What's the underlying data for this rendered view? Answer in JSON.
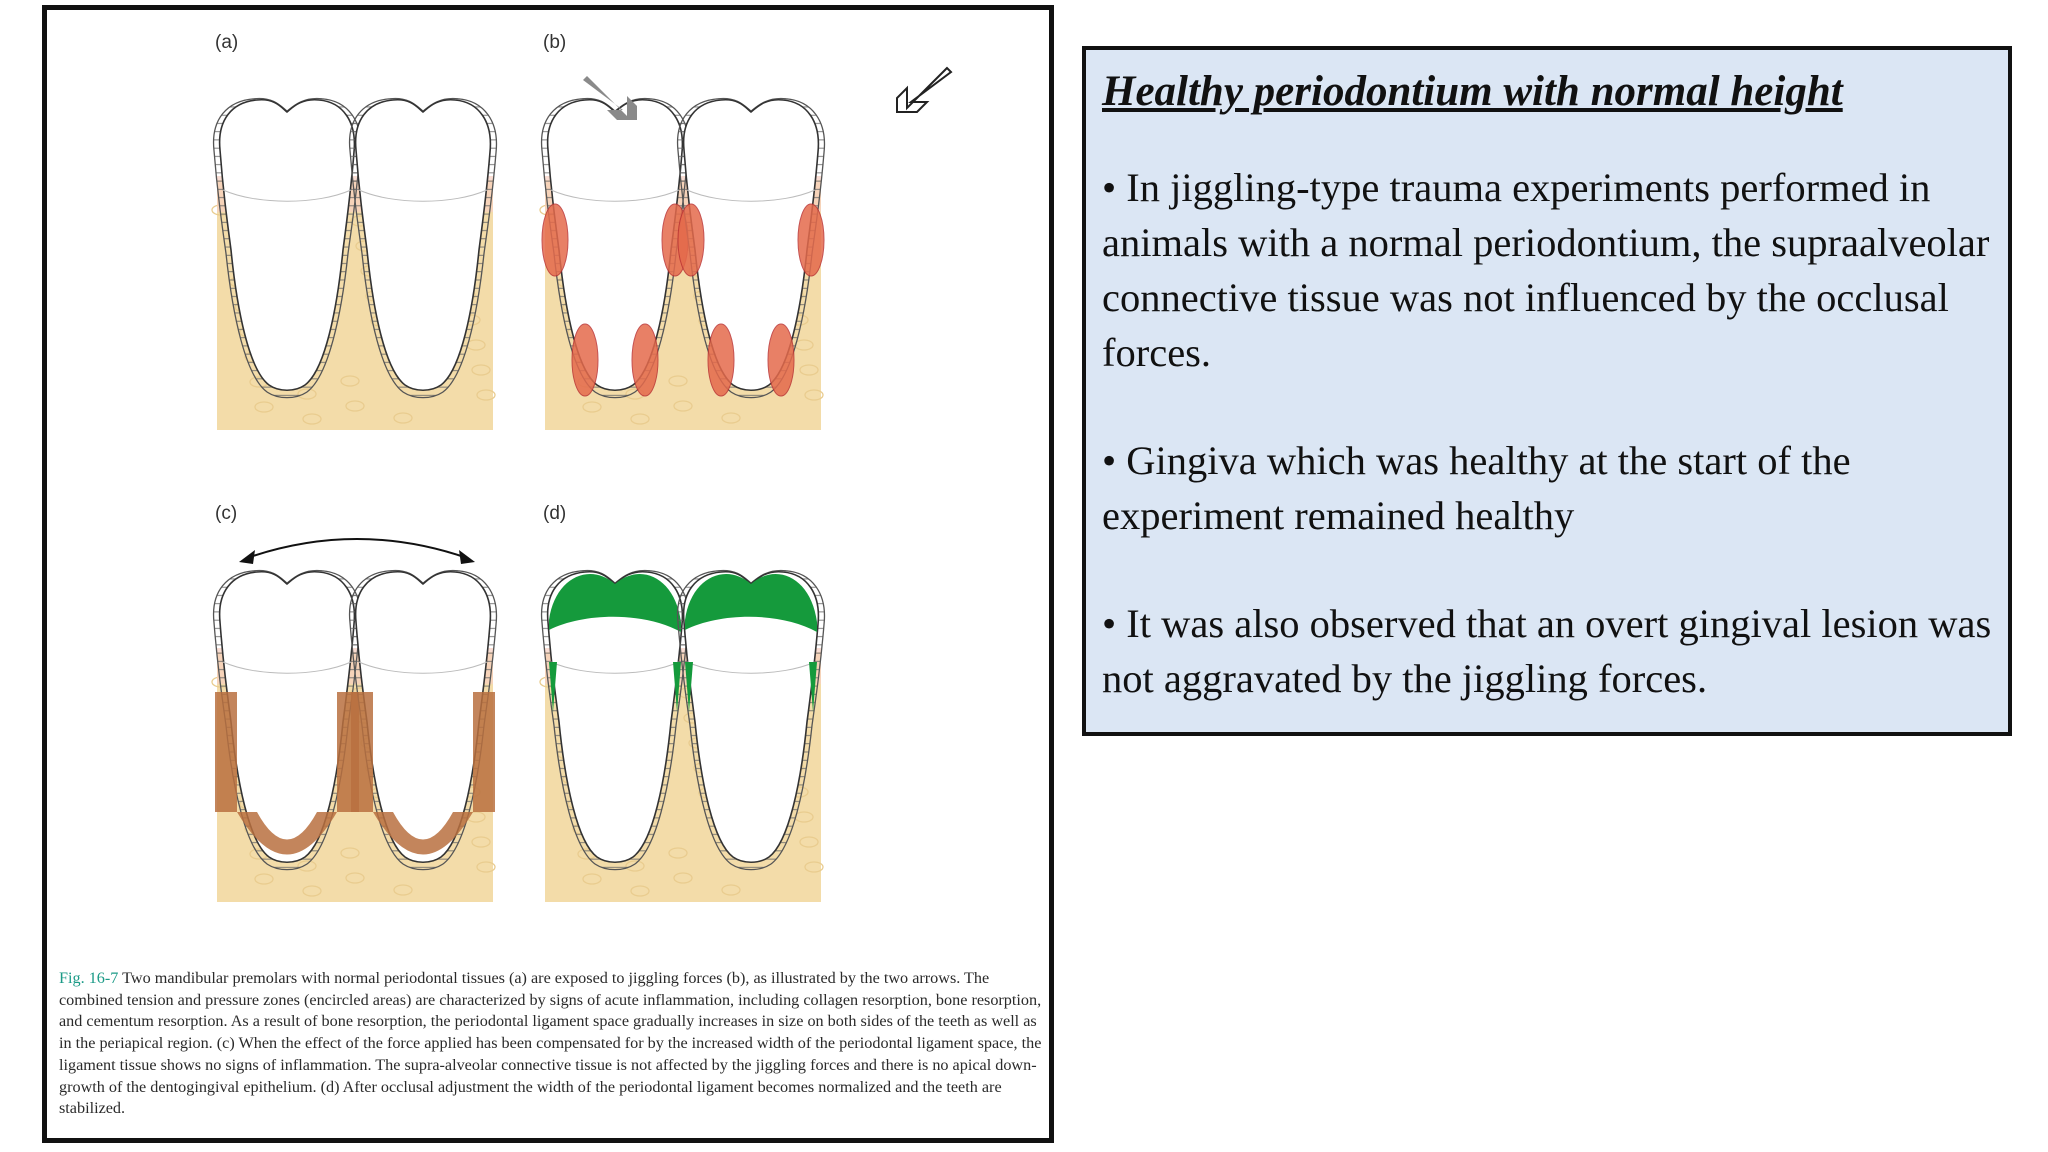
{
  "figure": {
    "panels": [
      "(a)",
      "(b)",
      "(c)",
      "(d)"
    ],
    "caption_number": "Fig. 16-7",
    "caption_text": "Two mandibular premolars with normal periodontal tissues (a) are exposed to jiggling forces (b), as illustrated by the two arrows. The combined tension and pressure zones (encircled areas) are characterized by signs of acute inflammation, including collagen resorption, bone resorption, and cementum resorption. As a result of bone resorption, the periodontal ligament space gradually increases in size on both sides of the teeth as well as in the periapical region. (c) When the effect of the force applied has been compensated for by the increased width of the periodontal ligament space, the ligament tissue shows no signs of inflammation. The supra-alveolar connective tissue is not affected by the jiggling forces and there is no apical down-growth of the dentogingival epithelium. (d) After occlusal adjustment the width of the periodontal ligament becomes normalized and the teeth are stabilized.",
    "colors": {
      "bone": "#f3dca9",
      "bone_spot": "#e9cc8f",
      "gingiva": "#f7cfc0",
      "inflammation": "#e46a4c",
      "compensated": "#b9703f",
      "healed": "#159a3c",
      "arrow_filled": "#8a8a8a"
    }
  },
  "text_box": {
    "title": "Healthy periodontium with normal height",
    "bullets": [
      "• In jiggling-type trauma experiments performed in animals with a normal periodontium, the supraalveolar connective tissue was not influenced by the occlusal forces.",
      "• Gingiva which was healthy at the start of the experiment remained healthy",
      "• It was also observed that an overt gingival lesion was not aggravated by the jiggling forces."
    ],
    "background": "#dbe6f4"
  }
}
